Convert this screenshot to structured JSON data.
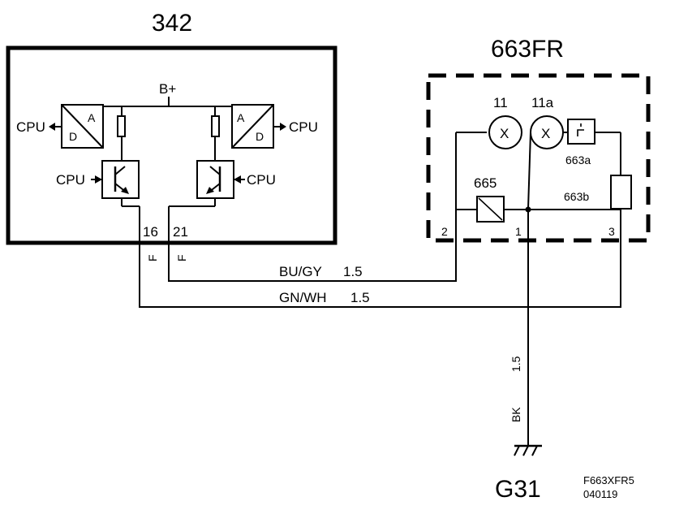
{
  "module_342": {
    "title": "342",
    "supply_label": "B+",
    "adc_a": "A",
    "adc_d": "D",
    "cpu_left_out": "CPU",
    "cpu_right_out": "CPU",
    "cpu_left_in": "CPU",
    "cpu_right_in": "CPU",
    "pin_16": "16",
    "pin_21": "21",
    "pin_16_tag": "F",
    "pin_21_tag": "F"
  },
  "module_663fr": {
    "title": "663FR",
    "lamp_11": "11",
    "lamp_11a": "11a",
    "lamp_symbol": "X",
    "switch_663a": "663a",
    "component_663b": "663b",
    "diode_665": "665",
    "pin_1": "1",
    "pin_2": "2",
    "pin_3": "3"
  },
  "wires": {
    "bu_gy_color": "BU/GY",
    "bu_gy_size": "1.5",
    "gn_wh_color": "GN/WH",
    "gn_wh_size": "1.5",
    "bk_color": "BK",
    "bk_size": "1.5"
  },
  "ground": {
    "label": "G31"
  },
  "footer": {
    "ref_code": "F663XFR5",
    "date_code": "040119"
  }
}
